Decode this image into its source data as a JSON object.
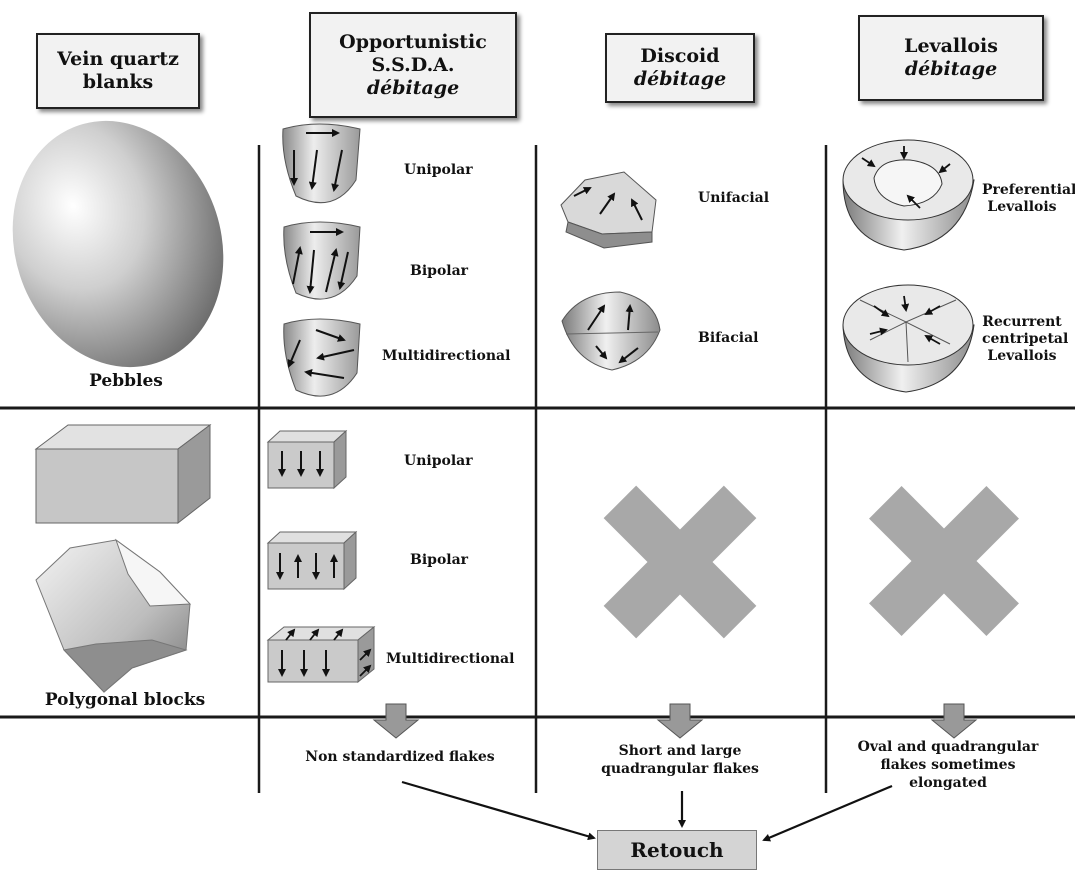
{
  "headers": {
    "blanks": {
      "line1": "Vein quartz",
      "line2": "blanks"
    },
    "ssda": {
      "line1": "Opportunistic",
      "line2": "S.S.D.A.",
      "line3": "débitage"
    },
    "discoid": {
      "line1": "Discoid",
      "line2": "débitage"
    },
    "levallois": {
      "line1": "Levallois",
      "line2": "débitage"
    }
  },
  "blanks": {
    "pebbles": "Pebbles",
    "polygonal": "Polygonal blocks"
  },
  "ssda_pebbles": [
    "Unipolar",
    "Bipolar",
    "Multidirectional"
  ],
  "ssda_blocks": [
    "Unipolar",
    "Bipolar",
    "Multidirectional"
  ],
  "discoid_pebbles": [
    "Unifacial",
    "Bifacial"
  ],
  "levallois_pebbles": {
    "preferential": {
      "line1": "Preferential",
      "line2": "Levallois"
    },
    "recurrent": {
      "line1": "Recurrent",
      "line2": "centripetal",
      "line3": "Levallois"
    }
  },
  "results": {
    "ssda": "Non standardized flakes",
    "discoid": {
      "line1": "Short and large",
      "line2": "quadrangular flakes"
    },
    "levallois": {
      "line1": "Oval and quadrangular",
      "line2": "flakes sometimes",
      "line3": "elongated"
    }
  },
  "final": "Retouch",
  "colors": {
    "grid": "#1a1a1a",
    "cross": "#a8a8a8",
    "down_arrow": "#999999",
    "header_bg": "#f2f2f2",
    "retouch_bg": "#d4d4d4"
  }
}
